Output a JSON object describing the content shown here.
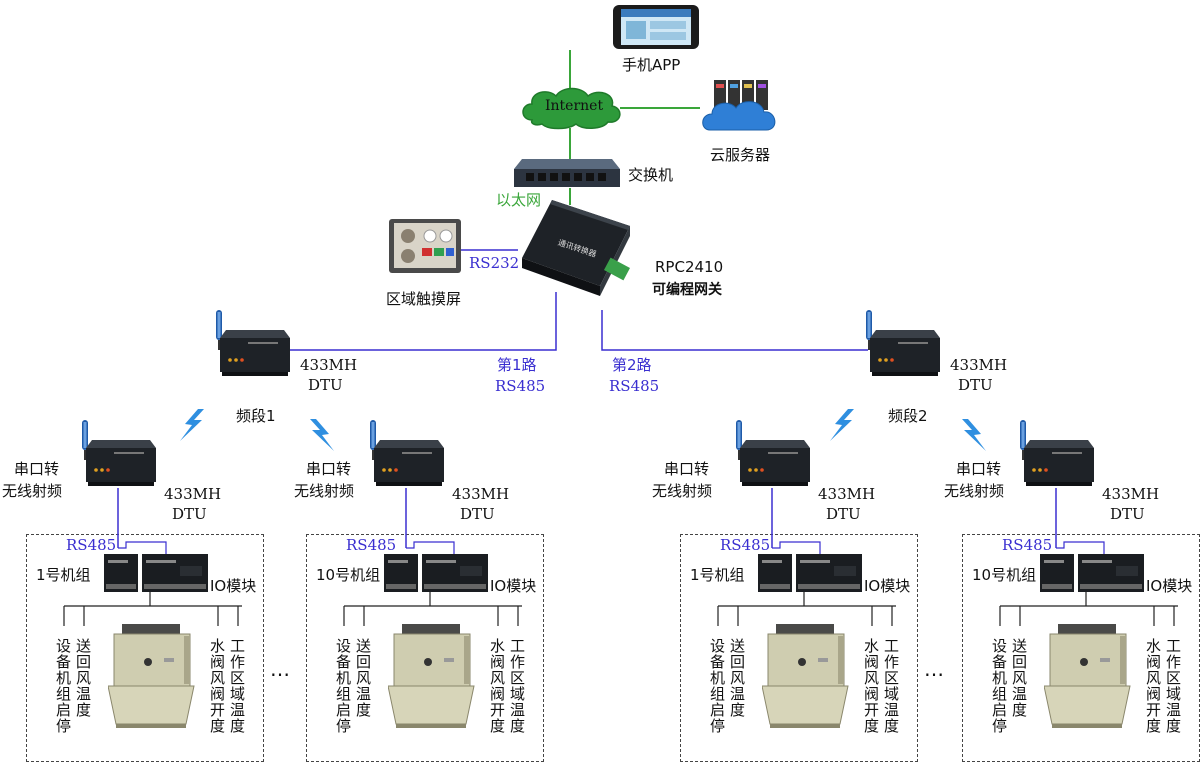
{
  "top": {
    "app_label": "手机APP",
    "internet_label": "Internet",
    "cloud_label": "云服务器",
    "switch_label": "交换机",
    "ethernet_label": "以太网",
    "gateway_model": "RPC2410",
    "gateway_desc": "可编程网关",
    "rs232_label": "RS232",
    "touch_label": "区域触摸屏",
    "gateway_device_text": "通讯转换器"
  },
  "channels": [
    {
      "line1": "第1路",
      "line2": "RS485"
    },
    {
      "line1": "第2路",
      "line2": "RS485"
    }
  ],
  "main_dtus": [
    {
      "line1": "433MH",
      "line2": "DTU",
      "band": "频段1"
    },
    {
      "line1": "433MH",
      "line2": "DTU",
      "band": "频段2"
    }
  ],
  "units": [
    {
      "conv1": "串口转",
      "conv2": "无线射频",
      "dtu1": "433MH",
      "dtu2": "DTU",
      "rs485": "RS485",
      "group": "1号机组",
      "io": "IO模块",
      "left_cols": [
        "设备机组启停",
        "送回风温度"
      ],
      "right_cols": [
        "水阀风阀开度",
        "工作区域温度"
      ]
    },
    {
      "conv1": "串口转",
      "conv2": "无线射频",
      "dtu1": "433MH",
      "dtu2": "DTU",
      "rs485": "RS485",
      "group": "10号机组",
      "io": "IO模块",
      "left_cols": [
        "设备机组启停",
        "送回风温度"
      ],
      "right_cols": [
        "水阀风阀开度",
        "工作区域温度"
      ]
    },
    {
      "conv1": "串口转",
      "conv2": "无线射频",
      "dtu1": "433MH",
      "dtu2": "DTU",
      "rs485": "RS485",
      "group": "1号机组",
      "io": "IO模块",
      "left_cols": [
        "设备机组启停",
        "送回风温度"
      ],
      "right_cols": [
        "水阀风阀开度",
        "工作区域温度"
      ]
    },
    {
      "conv1": "串口转",
      "conv2": "无线射频",
      "dtu1": "433MH",
      "dtu2": "DTU",
      "rs485": "RS485",
      "group": "10号机组",
      "io": "IO模块",
      "left_cols": [
        "设备机组启停",
        "送回风温度"
      ],
      "right_cols": [
        "水阀风阀开度",
        "工作区域温度"
      ]
    }
  ],
  "ellipsis": "…",
  "colors": {
    "rs485_line": "#3a2fd0",
    "internet_line": "#3aa63a",
    "cloud": "#2d9a3a",
    "device": "#1e2227"
  }
}
